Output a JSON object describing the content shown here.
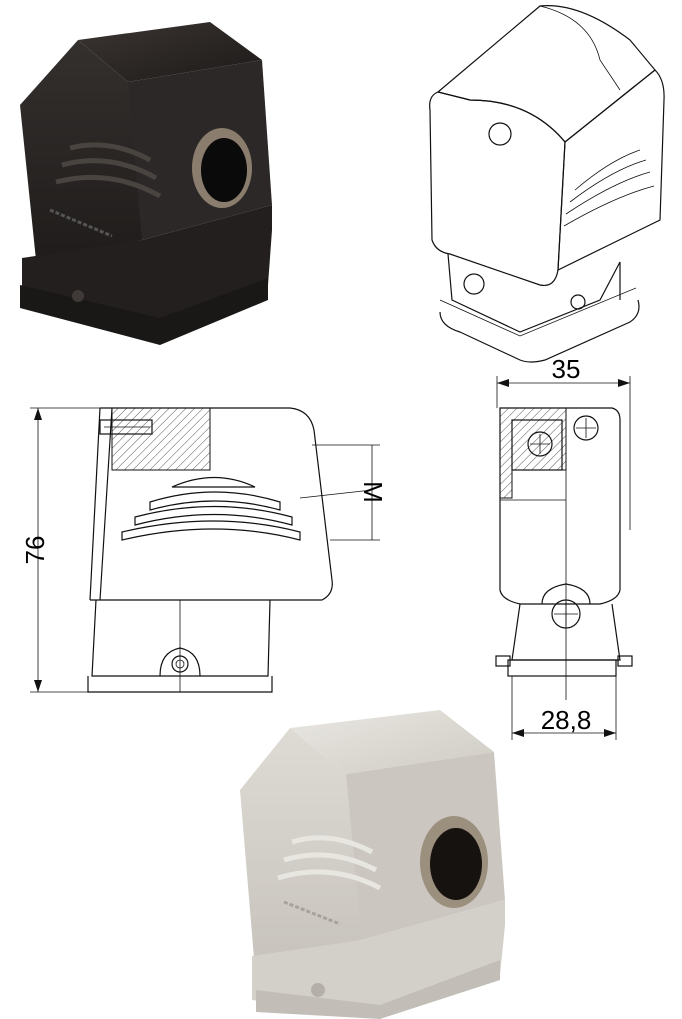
{
  "dimensions": {
    "height": "76",
    "width_top": "35",
    "width_bottom": "28,8",
    "thread": "M"
  },
  "colors": {
    "housing_black": "#2a2624",
    "housing_grey": "#d9d6d0",
    "drawing_line": "#111111"
  }
}
